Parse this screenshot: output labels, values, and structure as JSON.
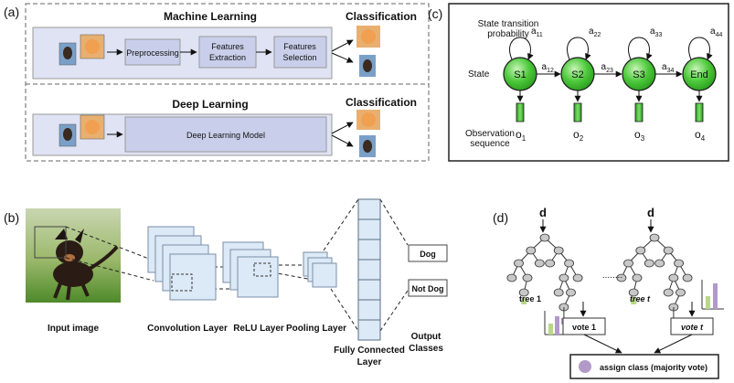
{
  "panels": {
    "a": {
      "label": "(a)",
      "ml": {
        "title": "Machine Learning",
        "steps": [
          "Preprocessing",
          "Features",
          "Extraction",
          "Features",
          "Selection"
        ],
        "classification": "Classification"
      },
      "dl": {
        "title": "Deep Learning",
        "model": "Deep Learning Model",
        "classification": "Classification"
      }
    },
    "b": {
      "label": "(b)",
      "input": "Input image",
      "conv": "Convolution Layer",
      "relu": "ReLU Layer",
      "pool": "Pooling Layer",
      "fc": [
        "Fully Connected",
        "Layer"
      ],
      "out": [
        "Output",
        "Classes"
      ],
      "classes": [
        "Dog",
        "Not Dog"
      ]
    },
    "c": {
      "label": "(c)",
      "transition": [
        "State transition",
        "probability"
      ],
      "state_label": "State",
      "obs_label": [
        "Observation",
        "sequence"
      ],
      "states": [
        "S1",
        "S2",
        "S3",
        "End"
      ],
      "self_loops": [
        {
          "base": "a",
          "sub": "11"
        },
        {
          "base": "a",
          "sub": "22"
        },
        {
          "base": "a",
          "sub": "33"
        },
        {
          "base": "a",
          "sub": "44"
        }
      ],
      "transitions": [
        {
          "base": "a",
          "sub": "12"
        },
        {
          "base": "a",
          "sub": "23"
        },
        {
          "base": "a",
          "sub": "34"
        }
      ],
      "observations": [
        {
          "base": "o",
          "sub": "1"
        },
        {
          "base": "o",
          "sub": "2"
        },
        {
          "base": "o",
          "sub": "3"
        },
        {
          "base": "o",
          "sub": "4"
        }
      ],
      "colors": {
        "state": "#3fbf2f",
        "state_light": "#b8f0a8",
        "border": "#1a1a1a"
      }
    },
    "d": {
      "label": "(d)",
      "root": "d",
      "dots": "........",
      "tree1": "tree 1",
      "treet": "tree t",
      "vote1": "vote 1",
      "votet": "vote t",
      "assign": "assign class (majority vote)",
      "colors": {
        "leaf": "#b8d88a",
        "vote": "#b29ac8",
        "node": "#c8c8c8"
      }
    }
  }
}
